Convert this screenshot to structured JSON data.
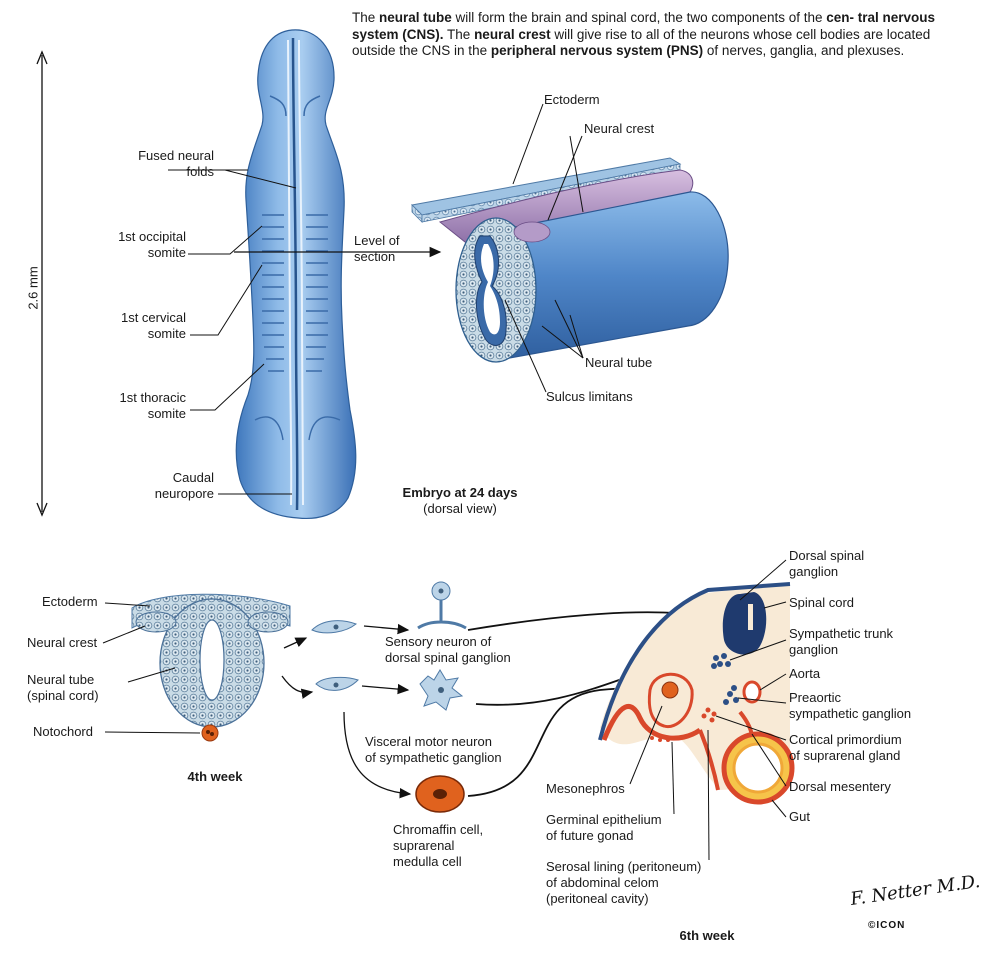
{
  "intro": {
    "p1": "The ",
    "b1": "neural tube",
    "p2": " will form the brain and spinal cord, the two components of the ",
    "b2": "cen- tral nervous system (CNS).",
    "p3": " The ",
    "b3": "neural crest",
    "p4": " will give rise to all of the neurons whose cell bodies are located outside the CNS in the ",
    "b4": "peripheral nervous system (PNS)",
    "p5": " of nerves, ganglia, and plexuses."
  },
  "embryo": {
    "scale_label": "2.6 mm",
    "labels": {
      "fused_neural_folds": "Fused neural\nfolds",
      "occipital_somite": "1st occipital\nsomite",
      "cervical_somite": "1st cervical\nsomite",
      "thoracic_somite": "1st thoracic\nsomite",
      "caudal_neuropore": "Caudal\nneuropore",
      "level_of_section": "Level of\nsection"
    },
    "caption_title": "Embryo at 24 days",
    "caption_sub": "(dorsal view)"
  },
  "section": {
    "labels": {
      "ectoderm": "Ectoderm",
      "neural_crest": "Neural crest",
      "neural_tube": "Neural tube",
      "sulcus_limitans": "Sulcus limitans"
    }
  },
  "week4": {
    "labels": {
      "ectoderm": "Ectoderm",
      "neural_crest": "Neural crest",
      "neural_tube": "Neural tube\n(spinal cord)",
      "notochord": "Notochord"
    },
    "caption": "4th week"
  },
  "cells": {
    "sensory": "Sensory neuron of\ndorsal spinal ganglion",
    "visceral": "Visceral motor neuron\nof sympathetic ganglion",
    "chromaffin": "Chromaffin cell,\nsuprarenal\nmedulla cell"
  },
  "week6": {
    "labels": {
      "dorsal_spinal_ganglion": "Dorsal spinal\nganglion",
      "spinal_cord": "Spinal cord",
      "sympathetic_trunk": "Sympathetic trunk\nganglion",
      "aorta": "Aorta",
      "preaortic": "Preaortic\nsympathetic ganglion",
      "cortical_primordium": "Cortical primordium\nof suprarenal gland",
      "dorsal_mesentery": "Dorsal mesentery",
      "gut": "Gut",
      "mesonephros": "Mesonephros",
      "germinal_epithelium": "Germinal epithelium\nof future gonad",
      "serosal_lining": "Serosal lining (peritoneum)\nof abdominal celom\n(peritoneal cavity)"
    },
    "caption": "6th week"
  },
  "signature": "F. Netter M.D.",
  "logo": "©ICON",
  "colors": {
    "embryo_blue": "#6ea4dc",
    "tube_blue": "#4f86c8",
    "crest_purple": "#a48ab8",
    "spinal_cord_navy": "#1f3a6e",
    "notochord_orange": "#e0621e",
    "body_wall_red": "#d9482b",
    "tissue_peach": "#f8ead6"
  }
}
